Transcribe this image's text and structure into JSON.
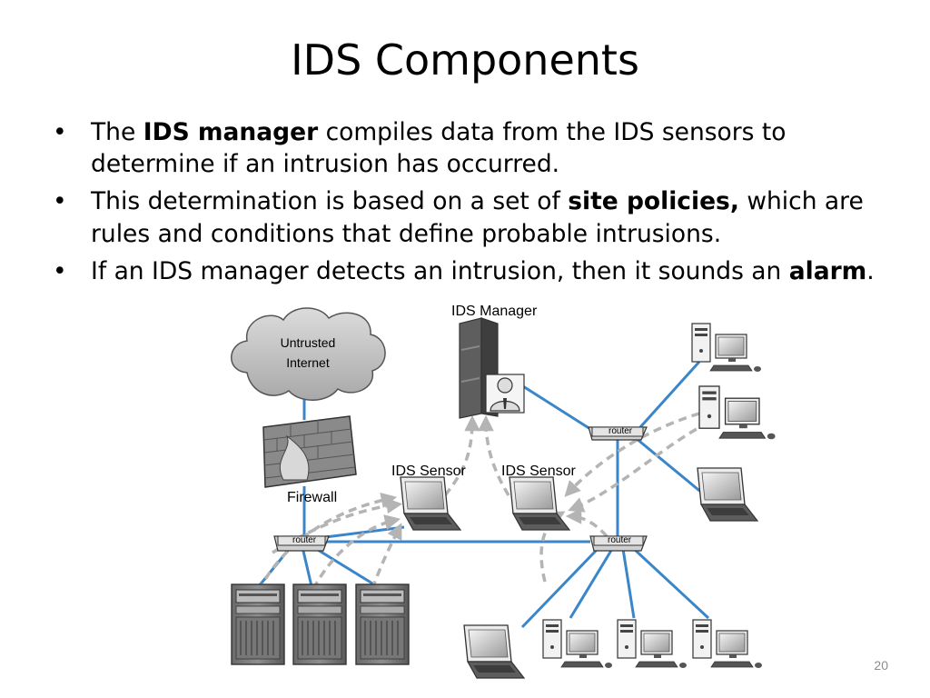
{
  "slide": {
    "title": "IDS Components",
    "page_number": "20",
    "bullets": [
      {
        "before": "The ",
        "bold": "IDS manager",
        "after": " compiles data from the IDS sensors to determine if an intrusion has occurred."
      },
      {
        "before": "This determination is based on a set of ",
        "bold": "site policies,",
        "after": " which are rules and conditions that define probable intrusions."
      },
      {
        "before": "If an IDS manager detects an intrusion, then it sounds an ",
        "bold": "alarm",
        "after": "."
      }
    ]
  },
  "diagram": {
    "cloud_line1": "Untrusted",
    "cloud_line2": "Internet",
    "firewall": "Firewall",
    "ids_manager": "IDS Manager",
    "ids_sensor_left": "IDS Sensor",
    "ids_sensor_right": "IDS Sensor",
    "router_left": "router",
    "router_right": "router",
    "router_top": "router",
    "colors": {
      "link": "#3a86c8",
      "flow": "#b4b4b4"
    }
  }
}
